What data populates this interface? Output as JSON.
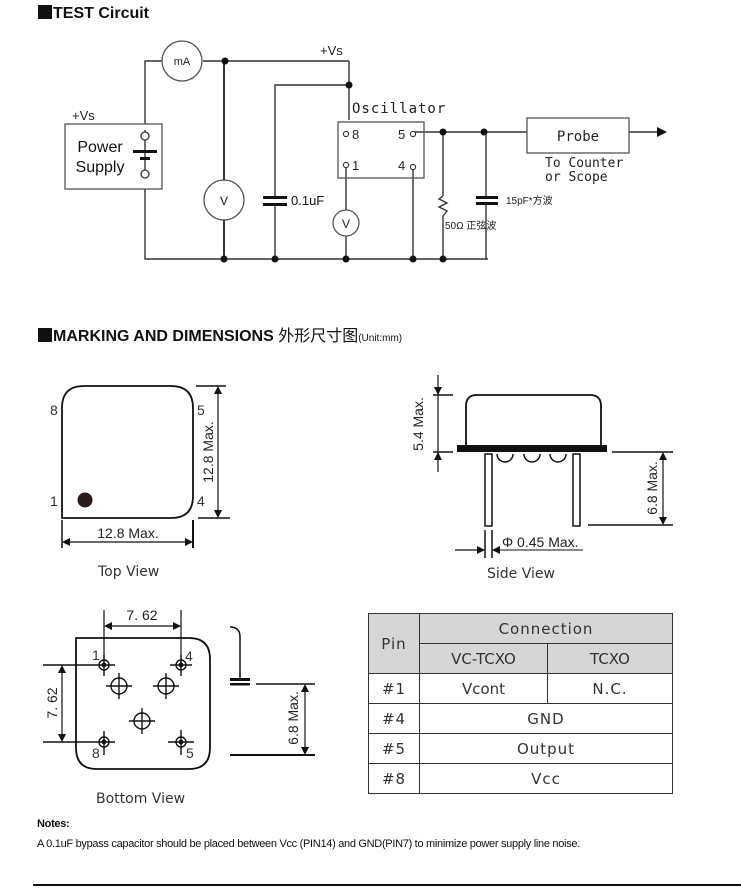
{
  "test_circuit": {
    "title": "TEST Circuit",
    "vs_top": "+Vs",
    "vs_left": "+Vs",
    "ammeter": "mA",
    "voltmeter1": "V",
    "voltmeter2": "V",
    "power_supply_line1": "Power",
    "power_supply_line2": "Supply",
    "capacitor_bypass": "0.1uF",
    "oscillator_label": "Oscillator",
    "osc_pin8": "8",
    "osc_pin1": "1",
    "osc_pin5": "5",
    "osc_pin4": "4",
    "resistor": "50Ω 正弦波",
    "load_capacitor": "15pF*方波",
    "probe": "Probe",
    "probe_note_line1": "To Counter",
    "probe_note_line2": "or Scope"
  },
  "dimensions": {
    "title": "MARKING AND DIMENSIONS",
    "title_cjk": "外形尺寸图",
    "unit": "(Unit:mm)",
    "top_view": {
      "caption": "Top View",
      "width": "12.8 Max.",
      "height": "12.8 Max.",
      "pins": [
        "8",
        "5",
        "1",
        "4"
      ]
    },
    "side_view": {
      "caption": "Side View",
      "body_height": "5.4 Max.",
      "lead_length": "6.8 Max.",
      "lead_diameter": "Φ 0.45 Max."
    },
    "bottom_view": {
      "caption": "Bottom View",
      "pitch_h": "7. 62",
      "pitch_v": "7. 62",
      "lead_length": "6.8 Max.",
      "pins": [
        "1",
        "4",
        "8",
        "5"
      ]
    }
  },
  "pin_table": {
    "header_pin": "Pin",
    "header_connection": "Connection",
    "sub_headers": [
      "VC-TCXO",
      "TCXO"
    ],
    "rows": [
      {
        "pin": "#1",
        "vctcxo": "Vcont",
        "tcxo": "N.C."
      },
      {
        "pin": "#4",
        "both": "GND"
      },
      {
        "pin": "#5",
        "both": "Output"
      },
      {
        "pin": "#8",
        "both": "Vcc"
      }
    ]
  },
  "notes": {
    "heading": "Notes:",
    "body": "A 0.1uF bypass capacitor should be placed between Vcc (PIN14) and GND(PIN7) to minimize power supply line noise."
  }
}
